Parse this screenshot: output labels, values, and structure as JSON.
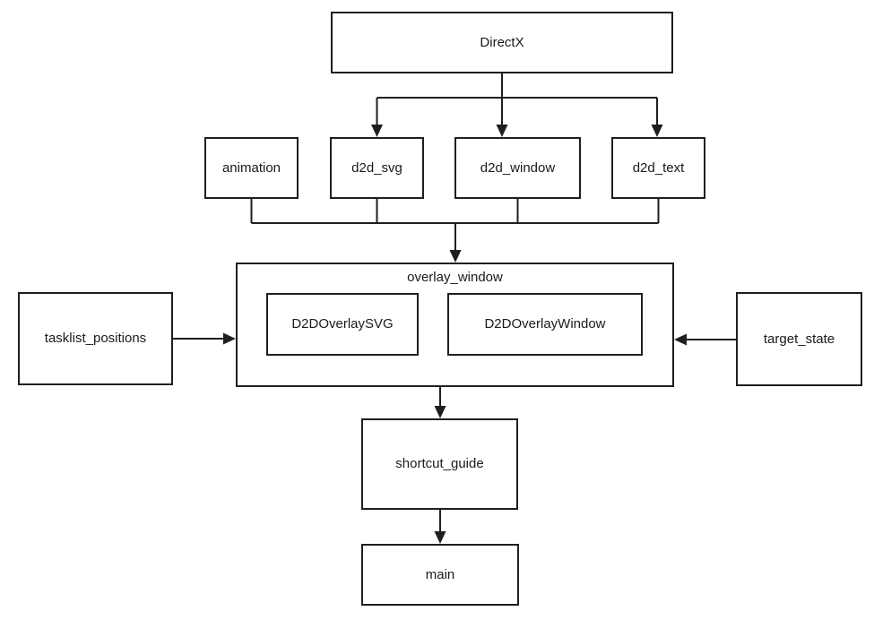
{
  "diagram": {
    "type": "module-dependency-diagram",
    "background_color": "#ffffff",
    "line_color": "#1f1f1f",
    "text_color": "#1a1a1a",
    "nodes": {
      "directx": {
        "label": "DirectX"
      },
      "animation": {
        "label": "animation"
      },
      "d2d_svg": {
        "label": "d2d_svg"
      },
      "d2d_window": {
        "label": "d2d_window"
      },
      "d2d_text": {
        "label": "d2d_text"
      },
      "overlay_window": {
        "label": "overlay_window",
        "contains": [
          "D2DOverlaySVG",
          "D2DOverlayWindow"
        ]
      },
      "d2d_overlay_svg": {
        "label": "D2DOverlaySVG"
      },
      "d2d_overlay_window": {
        "label": "D2DOverlayWindow"
      },
      "tasklist_positions": {
        "label": "tasklist_positions"
      },
      "target_state": {
        "label": "target_state"
      },
      "shortcut_guide": {
        "label": "shortcut_guide"
      },
      "main": {
        "label": "main"
      }
    },
    "edges": [
      {
        "from": "DirectX",
        "to": "d2d_svg"
      },
      {
        "from": "DirectX",
        "to": "d2d_window"
      },
      {
        "from": "DirectX",
        "to": "d2d_text"
      },
      {
        "from": "animation",
        "to": "overlay_window"
      },
      {
        "from": "d2d_svg",
        "to": "overlay_window"
      },
      {
        "from": "d2d_window",
        "to": "overlay_window"
      },
      {
        "from": "d2d_text",
        "to": "overlay_window"
      },
      {
        "from": "tasklist_positions",
        "to": "overlay_window"
      },
      {
        "from": "target_state",
        "to": "overlay_window"
      },
      {
        "from": "overlay_window",
        "to": "shortcut_guide"
      },
      {
        "from": "shortcut_guide",
        "to": "main"
      }
    ]
  }
}
